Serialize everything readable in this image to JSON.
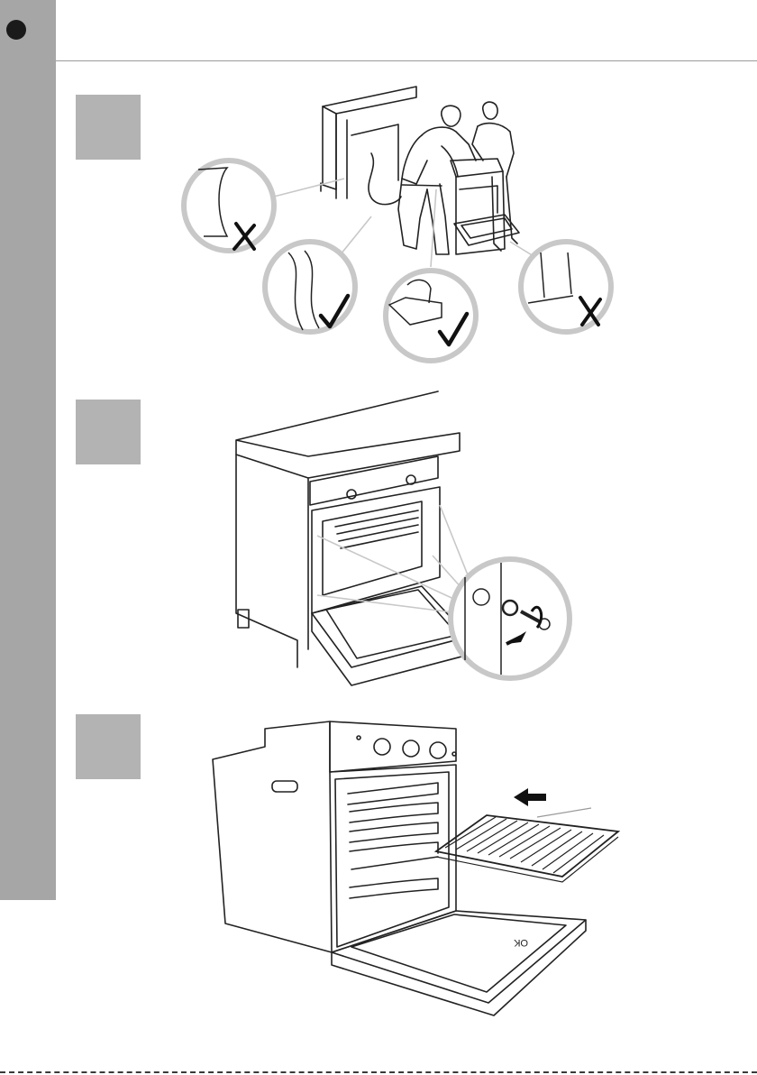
{
  "page": {
    "side_marker": "dot",
    "colors": {
      "strip": "#a6a6a6",
      "step_box": "#b3b3b3",
      "line": "#222222",
      "callout": "#c8c8c8"
    }
  },
  "steps": [
    {
      "id": 1,
      "icons": [
        "cross-mark-icon",
        "check-mark-icon",
        "check-mark-icon",
        "cross-mark-icon"
      ]
    },
    {
      "id": 2,
      "icons": [
        "screw-icon",
        "arrow-icon"
      ]
    },
    {
      "id": 3,
      "icons": [
        "arrow-left-icon"
      ]
    }
  ],
  "step3": {
    "door_marking": "OK"
  }
}
